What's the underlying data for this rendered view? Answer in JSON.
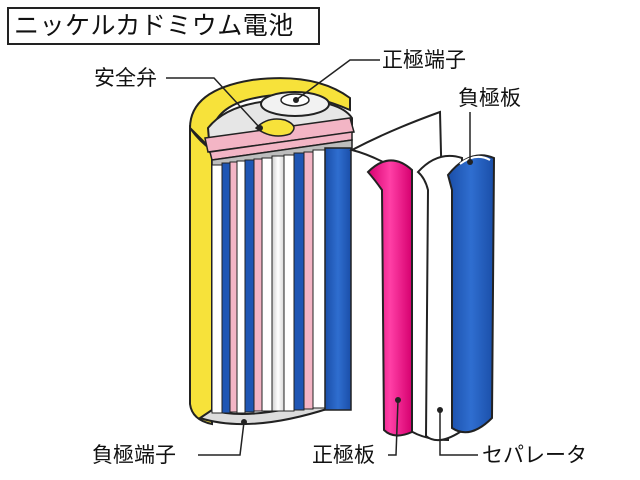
{
  "title": "ニッケルカドミウム電池",
  "labels": {
    "safety_valve": "安全弁",
    "positive_terminal": "正極端子",
    "negative_plate": "負極板",
    "negative_terminal": "負極端子",
    "positive_plate": "正極板",
    "separator": "セパレータ"
  },
  "colors": {
    "case_yellow": "#f7e23a",
    "positive_plate_magenta": "#e4007f",
    "negative_plate_blue": "#1f56b4",
    "insulator_pink": "#f3b5c5",
    "separator_white": "#ffffff",
    "outline": "#222222"
  }
}
